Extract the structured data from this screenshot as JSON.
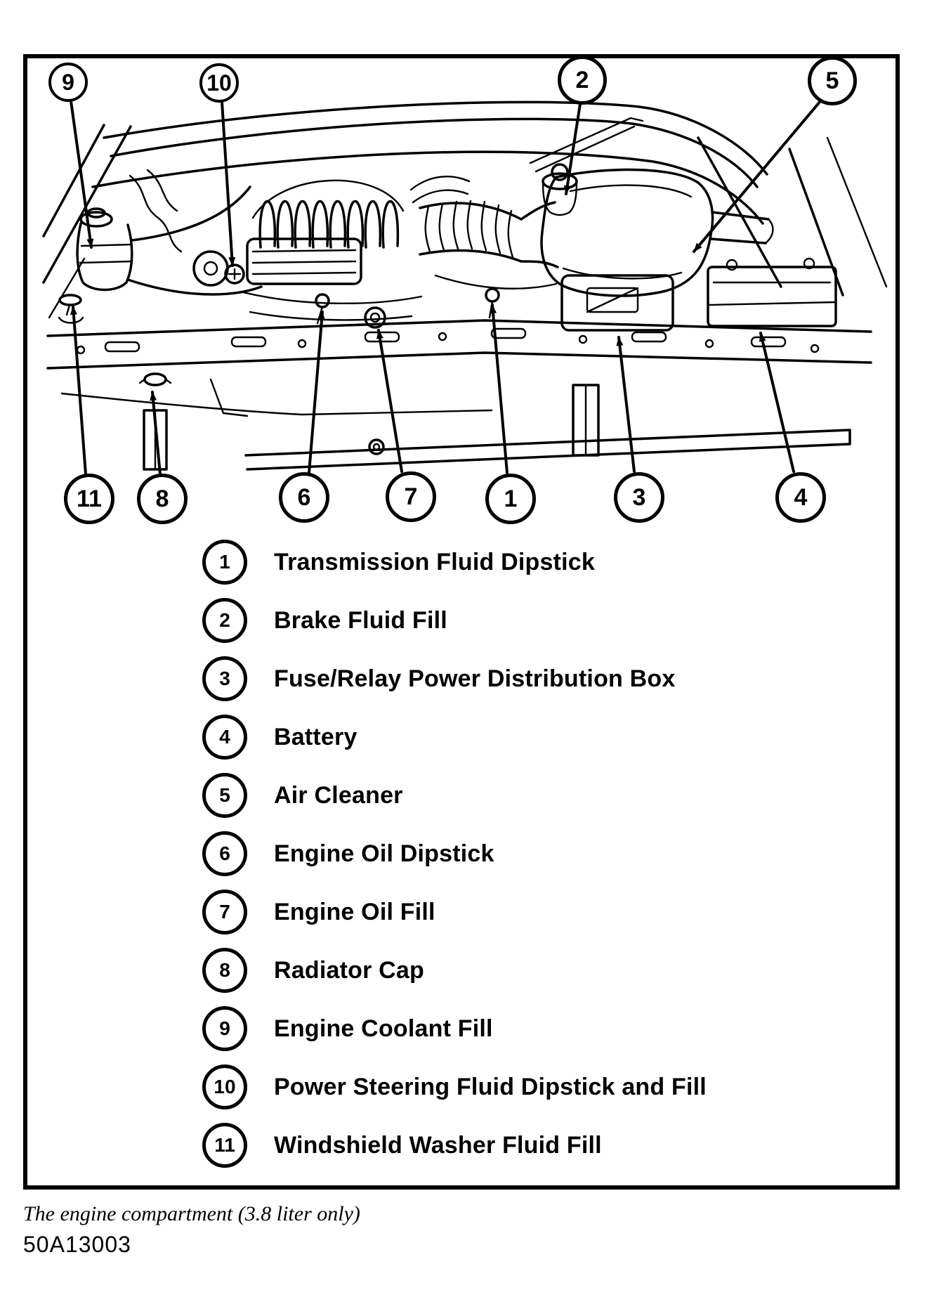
{
  "figure": {
    "caption": "The engine compartment (3.8 liter only)",
    "code": "50A13003"
  },
  "callouts": {
    "top": [
      {
        "num": "9"
      },
      {
        "num": "10"
      },
      {
        "num": "2"
      },
      {
        "num": "5"
      }
    ],
    "bottom": [
      {
        "num": "11"
      },
      {
        "num": "8"
      },
      {
        "num": "6"
      },
      {
        "num": "7"
      },
      {
        "num": "1"
      },
      {
        "num": "3"
      },
      {
        "num": "4"
      }
    ]
  },
  "legend": {
    "items": [
      {
        "num": "1",
        "label": "Transmission Fluid Dipstick"
      },
      {
        "num": "2",
        "label": "Brake Fluid Fill"
      },
      {
        "num": "3",
        "label": "Fuse/Relay Power Distribution Box"
      },
      {
        "num": "4",
        "label": "Battery"
      },
      {
        "num": "5",
        "label": "Air Cleaner"
      },
      {
        "num": "6",
        "label": "Engine Oil Dipstick"
      },
      {
        "num": "7",
        "label": "Engine Oil Fill"
      },
      {
        "num": "8",
        "label": "Radiator Cap"
      },
      {
        "num": "9",
        "label": "Engine Coolant Fill"
      },
      {
        "num": "10",
        "label": "Power Steering Fluid Dipstick and Fill"
      },
      {
        "num": "11",
        "label": "Windshield Washer Fluid Fill"
      }
    ]
  },
  "colors": {
    "ink": "#000000",
    "paper": "#ffffff"
  }
}
